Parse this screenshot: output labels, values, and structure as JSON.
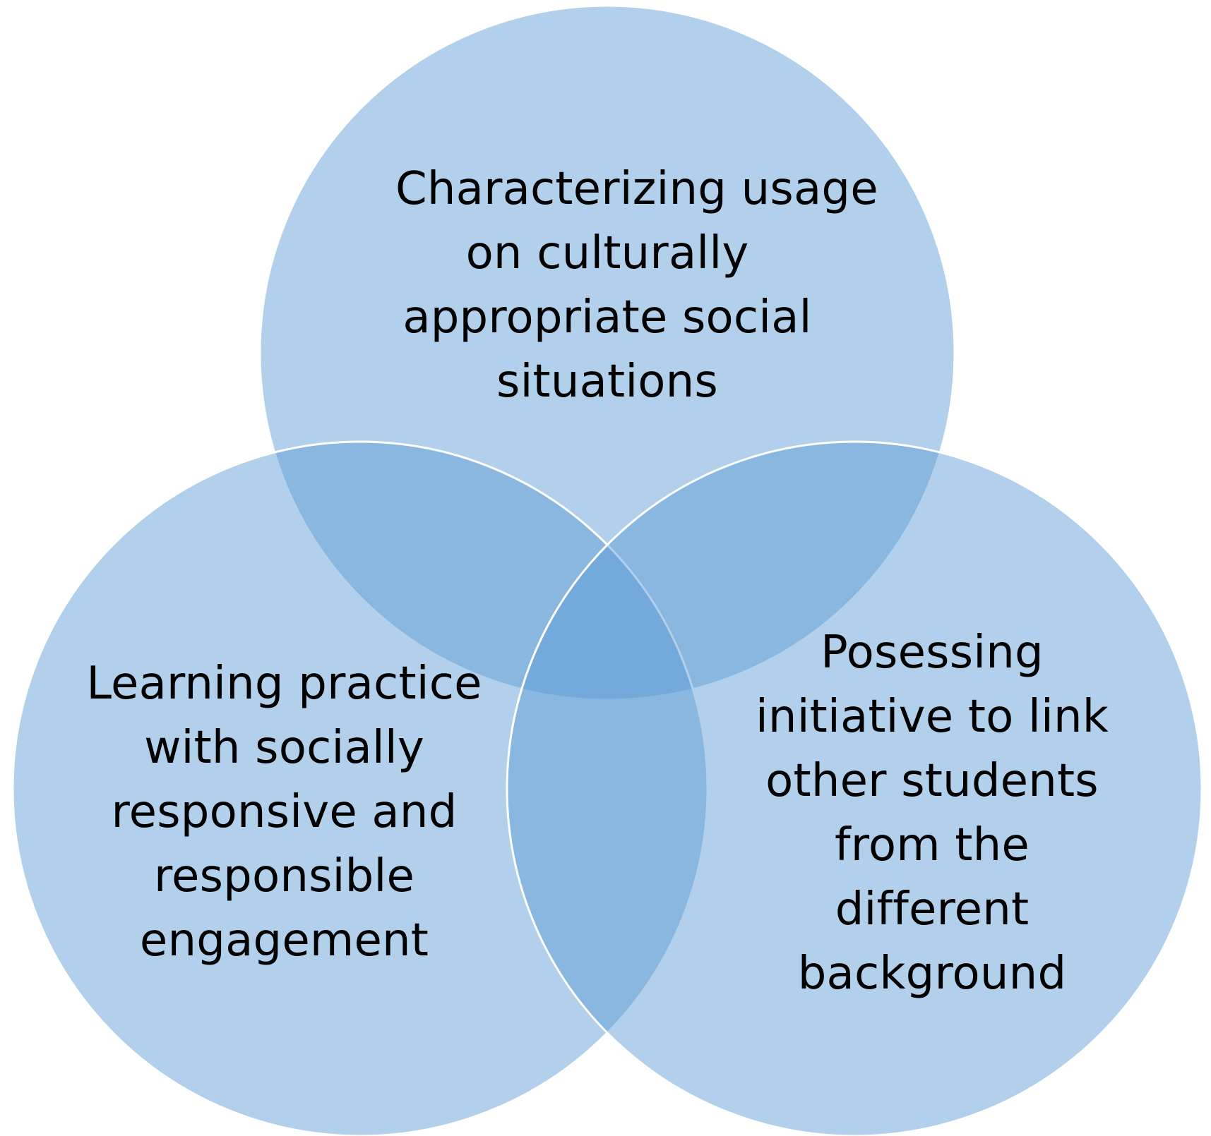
{
  "diagram": {
    "type": "venn",
    "circle_color": "#5b9bd5",
    "outline_color": "#ffffff",
    "sets": [
      {
        "id": "top",
        "lines": [
          "Characterizing usage",
          "on culturally",
          "appropriate social",
          "situations"
        ]
      },
      {
        "id": "left",
        "lines": [
          "Learning practice",
          "with socially",
          "responsive and",
          "responsible",
          "engagement"
        ]
      },
      {
        "id": "right",
        "lines": [
          "Posessing",
          "initiative to link",
          "other students",
          "from the",
          "different",
          "background"
        ]
      }
    ]
  }
}
